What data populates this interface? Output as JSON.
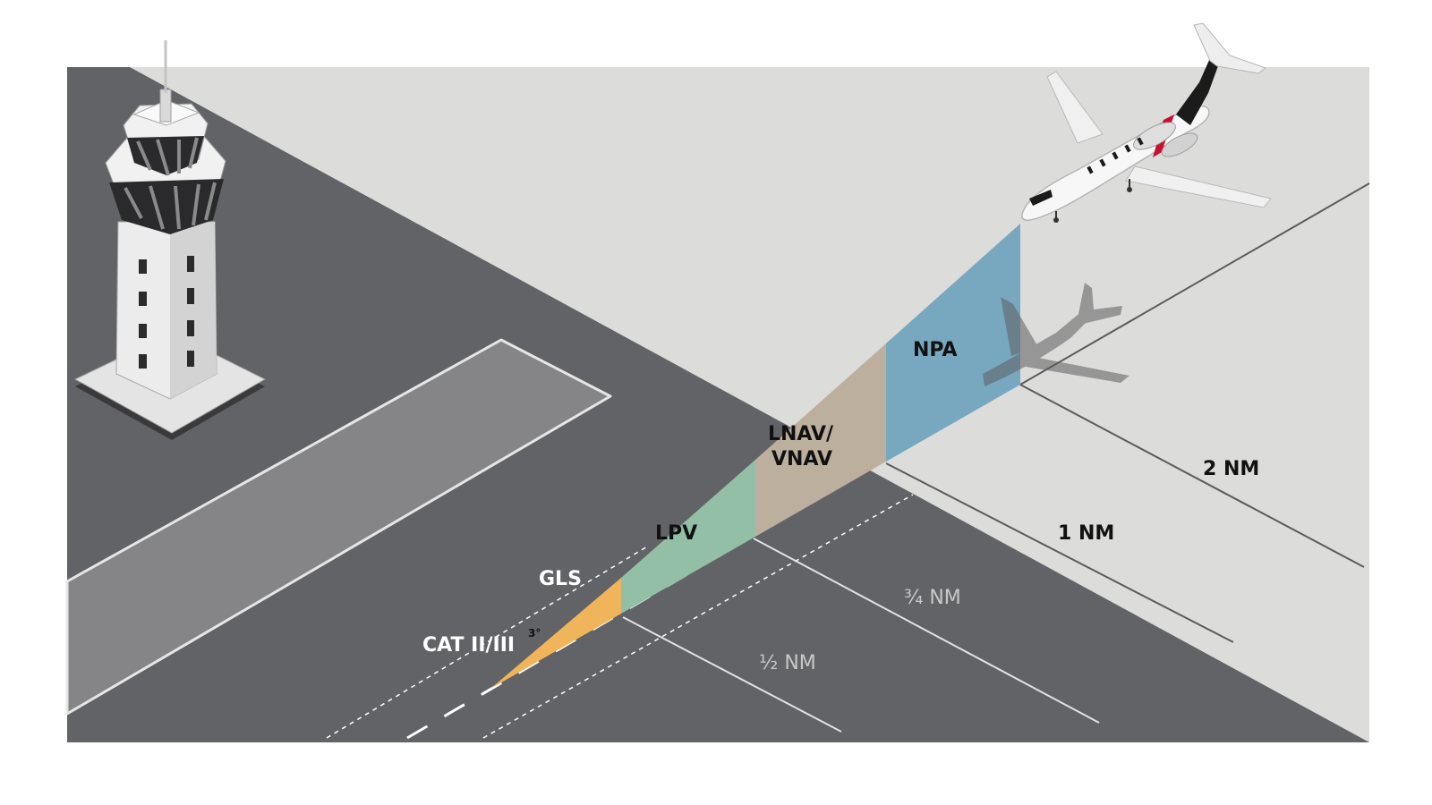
{
  "approach_zones": {
    "cat": "CAT II/III",
    "gls": "GLS",
    "lpv": "LPV",
    "lnav_line1": "LNAV/",
    "lnav_line2": "VNAV",
    "npa": "NPA",
    "glide_angle": "3°"
  },
  "distances": {
    "half": "½ NM",
    "three_quarter": "¾ NM",
    "one": "1 NM",
    "two": "2 NM"
  },
  "colors": {
    "background": "#ffffff",
    "ground_light": "#dcdcda",
    "ground_dark": "#626367",
    "taxiway": "#858587",
    "cat_zone": "#f0b55a",
    "lpv_zone": "#93bfa6",
    "lnav_zone": "#bdaf9d",
    "npa_zone": "#77a8c0",
    "aircraft_accent": "#c8102e"
  },
  "icons": [
    "control-tower-icon",
    "aircraft-icon",
    "aircraft-shadow-icon"
  ]
}
